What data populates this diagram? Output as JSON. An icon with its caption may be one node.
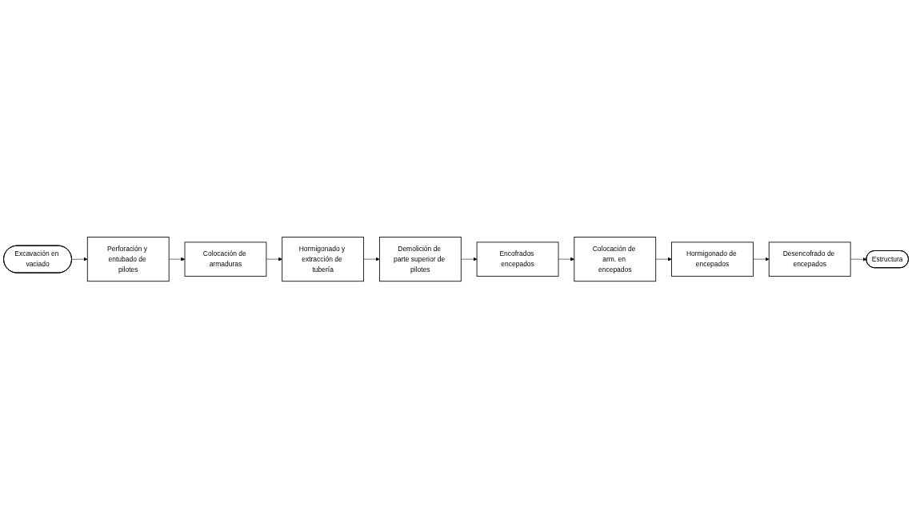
{
  "diagram": {
    "nodes": [
      {
        "text": [
          "Excavación en vaciado"
        ]
      },
      {
        "text": [
          "Perforación y entubado de pilotes"
        ]
      },
      {
        "text": [
          "Colocación de armaduras"
        ]
      },
      {
        "text": [
          "Hormigonado y extracción de tubería"
        ]
      },
      {
        "text": [
          "Demolición de parte superior de pilotes"
        ]
      },
      {
        "text": [
          "Encofrados encepados"
        ]
      },
      {
        "text": [
          "Colocación de arm. en encepados"
        ]
      },
      {
        "text": [
          "Hormigonado de encepados"
        ]
      },
      {
        "text": [
          "Desencofrado de encepados"
        ]
      },
      {
        "text": [
          "Estructura"
        ]
      }
    ],
    "edges": [
      {
        "from": 0,
        "to": 1,
        "arrow": "to"
      },
      {
        "from": 1,
        "to": 2,
        "arrow": "to"
      },
      {
        "from": 2,
        "to": 3,
        "arrow": "to"
      },
      {
        "from": 3,
        "to": 4,
        "arrow": "to"
      },
      {
        "from": 4,
        "to": 5,
        "arrow": "to"
      },
      {
        "from": 5,
        "to": 6,
        "arrow": "to"
      },
      {
        "from": 6,
        "to": 7,
        "arrow": "to"
      },
      {
        "from": 7,
        "to": 8,
        "arrow": "to"
      },
      {
        "from": 8,
        "to": 9,
        "arrow": "to"
      }
    ]
  }
}
